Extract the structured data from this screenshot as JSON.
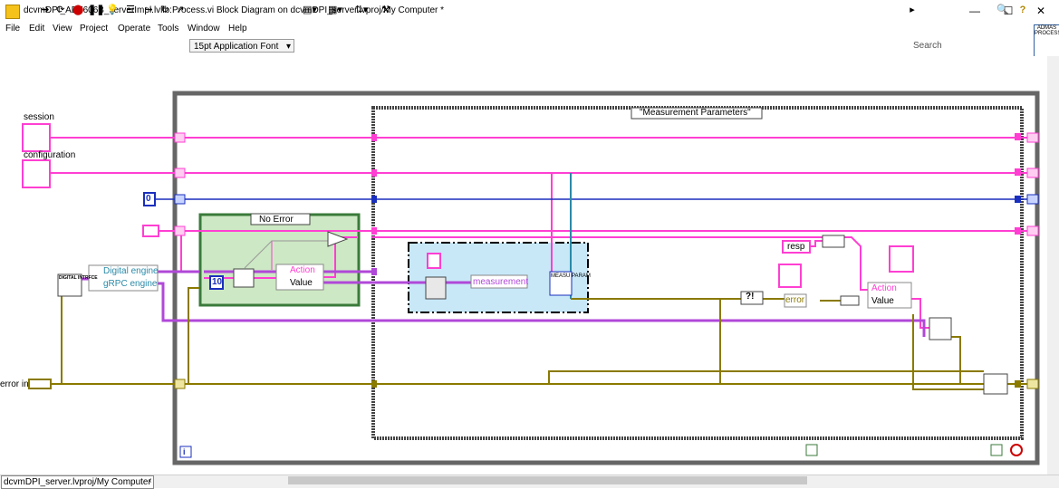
{
  "window": {
    "title": "dcvmDPI_AD7606B_serverImpl.lvlib:Process.vi Block Diagram on dcvmDPI_server.lvproj/My Computer *",
    "minimize": "—",
    "maximize": "☐",
    "close": "✕"
  },
  "menu": [
    "File",
    "Edit",
    "View",
    "Project",
    "Operate",
    "Tools",
    "Window",
    "Help"
  ],
  "toolbar": {
    "font": "15pt Application Font",
    "search_placeholder": "Search",
    "help": "?",
    "vi_icon_text": "ADMAS PROCESS"
  },
  "diagram": {
    "terminals": {
      "session": "session",
      "configuration": "configuration",
      "error_in": "error in",
      "numeric_const": "0",
      "iteration_const": "10",
      "loop_index": "i"
    },
    "case_structure": "\"Measurement Parameters\"",
    "error_case": "No Error",
    "cluster_labels": {
      "digital_engine": "Digital engine",
      "grpc_engine": "gRPC engine",
      "digital_interface": "DIGITAL INTRFCE"
    },
    "action_value_1": {
      "action": "Action",
      "value": "Value"
    },
    "action_value_2": {
      "action": "Action",
      "value": "Value"
    },
    "measurement": "measurement",
    "meas_param": "MEASU PARAM",
    "resp": "resp",
    "error": "error",
    "check": "?!"
  },
  "status": {
    "project": "dcvmDPI_server.lvproj/My Computer"
  },
  "colors": {
    "pink_wire": "#ff3fd2",
    "blue_wire": "#1a2fbd",
    "error_wire": "#8a7a00",
    "purple_wire": "#b048d8",
    "loop_border": "#555555",
    "case_border": "#333333",
    "error_case_bg": "#cde8c4",
    "highlight": "#c8e8f8"
  }
}
